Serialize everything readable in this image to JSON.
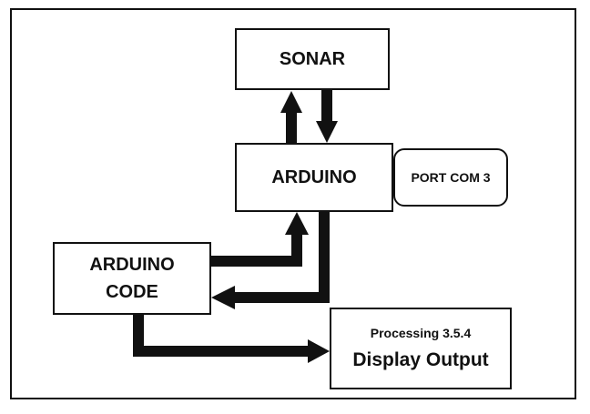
{
  "nodes": {
    "sonar": "SONAR",
    "arduino": "ARDUINO",
    "port": "PORT COM 3",
    "code_line1": "ARDUINO",
    "code_line2": "CODE",
    "display_line1": "Processing 3.5.4",
    "display_line2": "Display Output"
  },
  "edges": [
    {
      "from": "arduino",
      "to": "sonar"
    },
    {
      "from": "sonar",
      "to": "arduino"
    },
    {
      "from": "arduino_code",
      "to": "arduino"
    },
    {
      "from": "arduino",
      "to": "arduino_code"
    },
    {
      "from": "arduino_code",
      "to": "display_output"
    }
  ]
}
